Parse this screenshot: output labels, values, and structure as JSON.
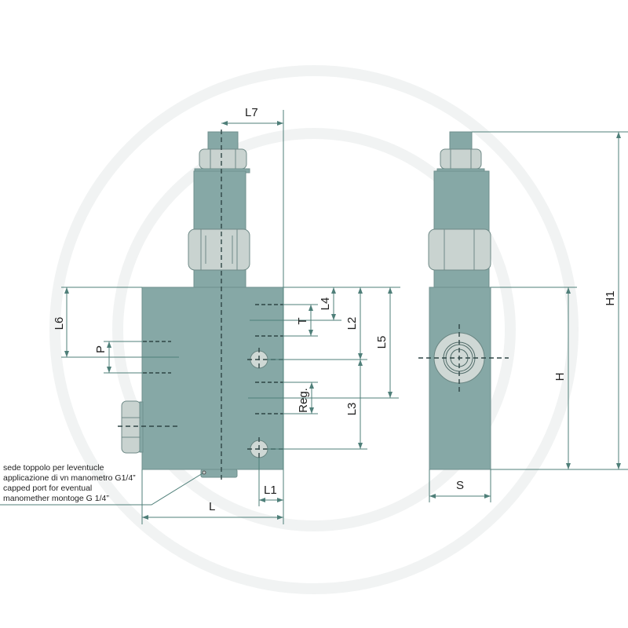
{
  "diagram": {
    "title": "Hydraulic valve dimensional drawing",
    "colors": {
      "body": "#86a8a6",
      "nut": "#c9d3d0",
      "dimension_line": "#4f7f79",
      "center_line": "#2f4545"
    },
    "views": {
      "front": {
        "labels": {
          "L7": "L7",
          "L6": "L6",
          "P": "P",
          "L4": "L4",
          "T": "T",
          "L2": "L2",
          "L5": "L5",
          "Reg": "Reg.",
          "L3": "L3",
          "L1": "L1",
          "L": "L"
        }
      },
      "side": {
        "labels": {
          "H1": "H1",
          "H": "H",
          "S": "S"
        }
      }
    },
    "note": {
      "lines": [
        "sede toppolo per leventucle",
        "applicazione di vn manometro G1/4”",
        "capped port for eventual",
        "manomether montoge G 1/4”"
      ]
    }
  }
}
